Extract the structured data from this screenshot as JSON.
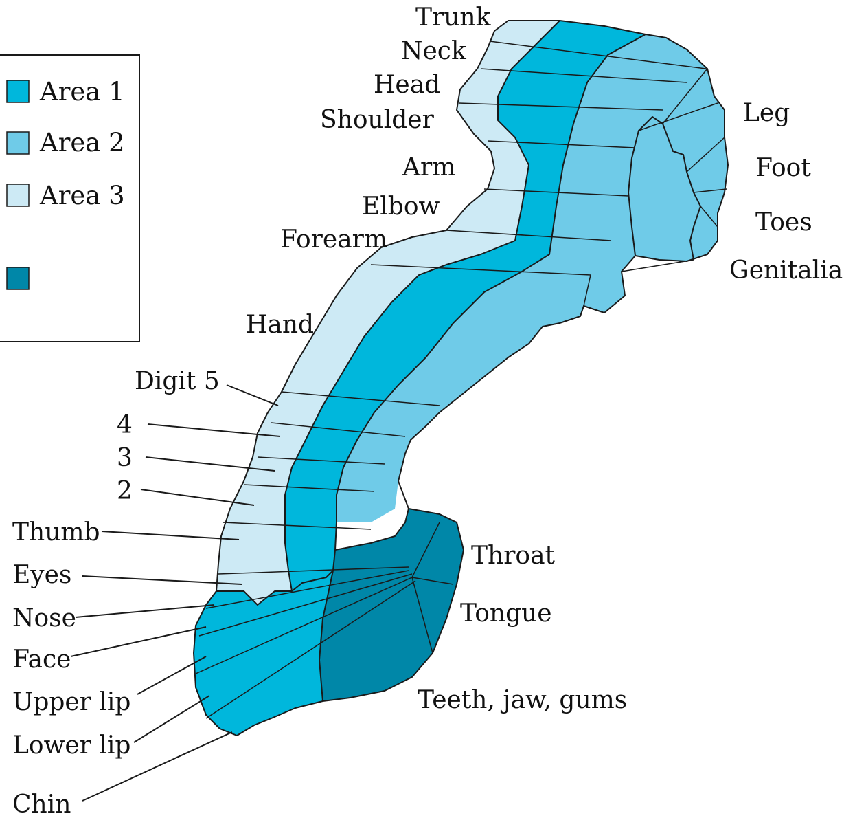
{
  "colors": {
    "area1": "#00b7dc",
    "area2": "#6fcbe8",
    "area3": "#cdeaf5",
    "area4": "#0087a8"
  },
  "legend": {
    "items": [
      {
        "label": "Area 1",
        "color": "#00b7dc"
      },
      {
        "label": "Area 2",
        "color": "#6fcbe8"
      },
      {
        "label": "Area 3",
        "color": "#cdeaf5"
      },
      {
        "label": "",
        "color": "#0087a8"
      }
    ]
  },
  "labels": {
    "trunk": "Trunk",
    "neck": "Neck",
    "head": "Head",
    "shoulder": "Shoulder",
    "arm": "Arm",
    "elbow": "Elbow",
    "forearm": "Forearm",
    "hand": "Hand",
    "digit5": "Digit 5",
    "digit4": "4",
    "digit3": "3",
    "digit2": "2",
    "thumb": "Thumb",
    "eyes": "Eyes",
    "nose": "Nose",
    "face": "Face",
    "upper_lip": "Upper lip",
    "lower_lip": "Lower lip",
    "chin": "Chin",
    "leg": "Leg",
    "foot": "Foot",
    "toes": "Toes",
    "genitalia": "Genitalia",
    "throat": "Throat",
    "tongue": "Tongue",
    "teeth": "Teeth, jaw, gums"
  }
}
